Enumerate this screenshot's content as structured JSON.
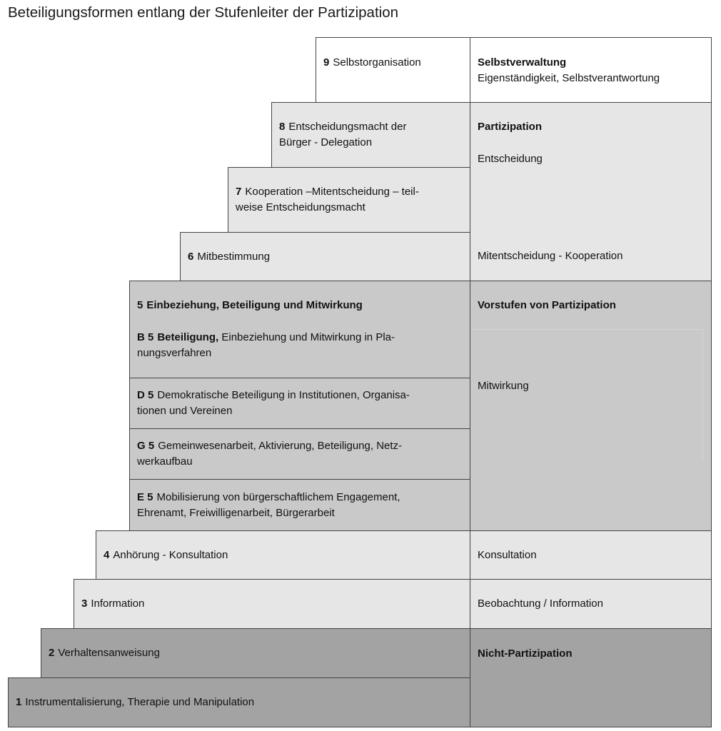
{
  "title": "Beteiligungsformen entlang der Stufenleiter der Partizipation",
  "steps": {
    "s9": {
      "num": "9",
      "text": "Selbstorganisation"
    },
    "s8": {
      "num": "8",
      "line1": "Entscheidungsmacht der",
      "line2": "Bürger - Delegation"
    },
    "s7": {
      "num": "7",
      "line1": "Kooperation –Mitentscheidung – teil-",
      "line2": "weise  Entscheidungsmacht"
    },
    "s6": {
      "num": "6",
      "text": "Mitbestimmung"
    },
    "s5": {
      "num": "5",
      "text": "Einbeziehung, Beteiligung und Mitwirkung"
    },
    "b5": {
      "num": "B 5",
      "bold": "Beteiligung,",
      "line1": " Einbeziehung und Mitwirkung in Pla-",
      "line2": "nungsverfahren"
    },
    "d5": {
      "num": "D 5",
      "line1": "Demokratische Beteiligung in Institutionen, Organisa-",
      "line2": "tionen und Vereinen"
    },
    "g5": {
      "num": "G 5",
      "line1": "Gemeinwesenarbeit, Aktivierung, Beteiligung, Netz-",
      "line2": "werkaufbau"
    },
    "e5": {
      "num": "E 5",
      "line1": "Mobilisierung von bürgerschaftlichem Engagement,",
      "line2": "Ehrenamt, Freiwilligenarbeit, Bürgerarbeit"
    },
    "s4": {
      "num": "4",
      "text": "Anhörung - Konsultation"
    },
    "s3": {
      "num": "3",
      "text": "Information"
    },
    "s2": {
      "num": "2",
      "text": "Verhaltensanweisung"
    },
    "s1": {
      "num": "1",
      "text": "Instrumentalisierung, Therapie und Manipulation"
    }
  },
  "categories": {
    "selbstverwaltung": {
      "heading": "Selbstverwaltung",
      "sub": "Eigenständigkeit,  Selbstverantwortung"
    },
    "partizipation": {
      "heading": "Partizipation",
      "sub1": "Entscheidung",
      "sub2": "Mitentscheidung -   Kooperation"
    },
    "vorstufen": {
      "heading": "Vorstufen von Partizipation",
      "sub": "Mitwirkung"
    },
    "konsultation": {
      "label": "Konsultation"
    },
    "beobachtung": {
      "label": "Beobachtung / Information"
    },
    "nicht": {
      "heading": "Nicht-Partizipation"
    }
  }
}
